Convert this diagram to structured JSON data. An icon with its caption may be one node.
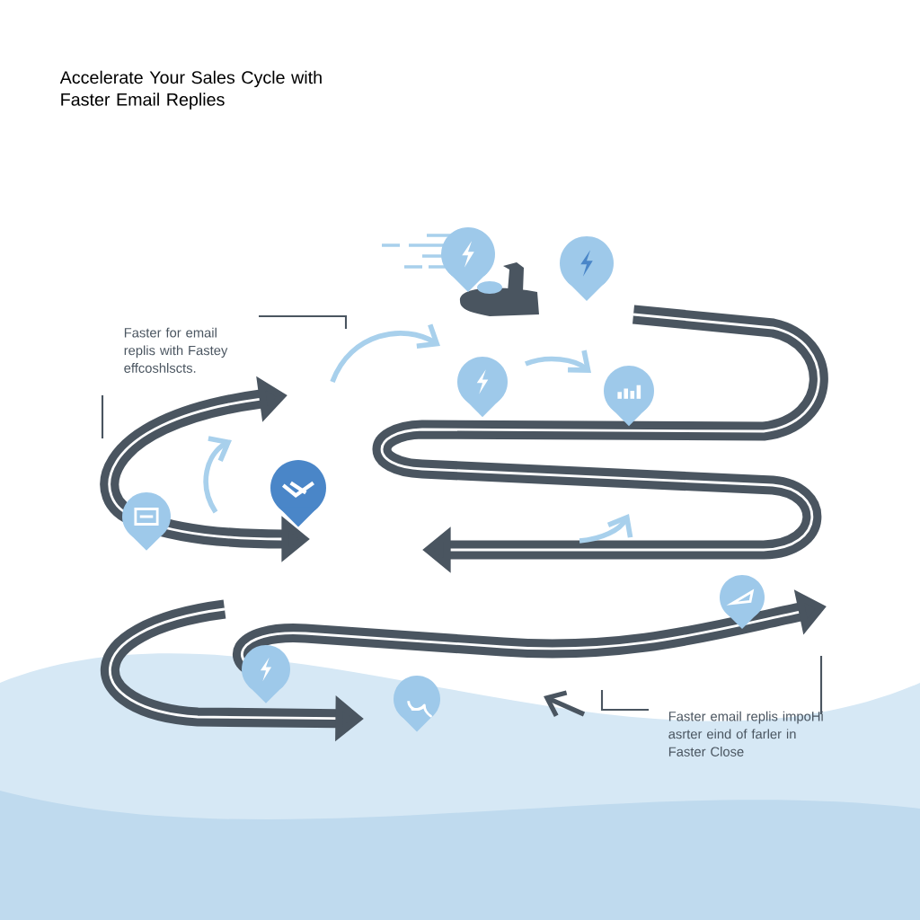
{
  "diagram": {
    "title": "Accelerate Your Sales Cycle with Faster Email Replies",
    "labels": [
      "Faster for email replis with Fastey effcoshlscts.",
      "Faster email replis impoHi asrter eind of farler in Faster Close"
    ]
  }
}
